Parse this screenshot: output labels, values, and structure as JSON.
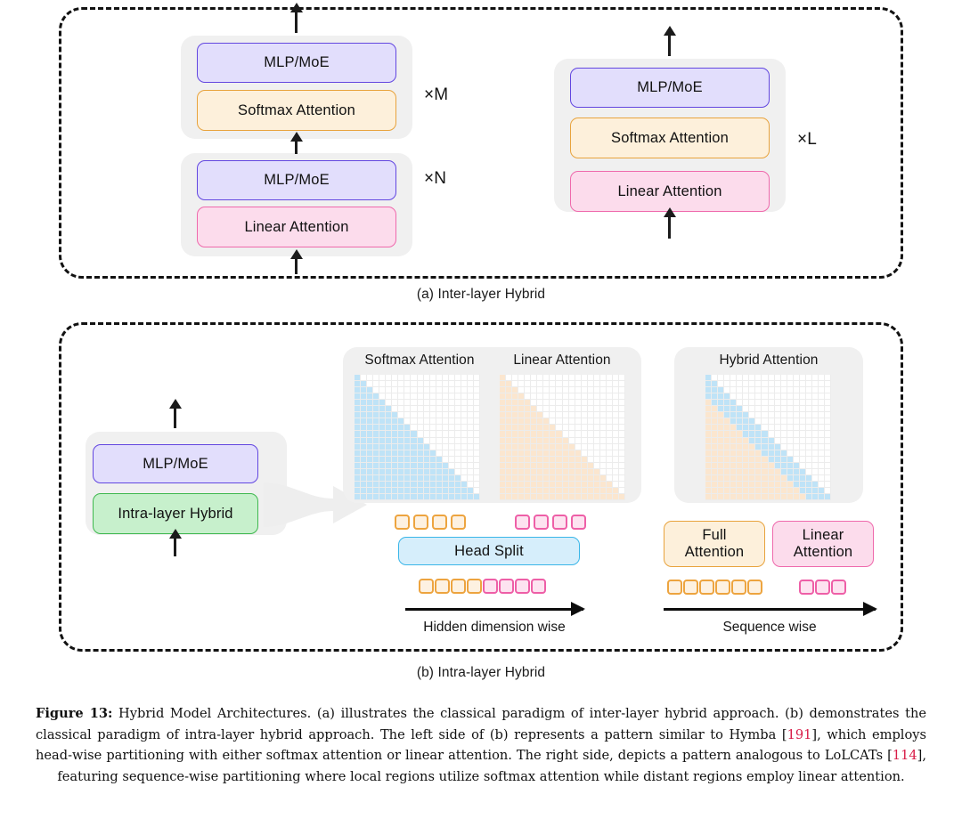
{
  "figure": {
    "label": "Figure 13:",
    "title": "Hybrid Model Architectures.",
    "body_1": " (a) illustrates the classical paradigm of inter-layer hybrid approach. (b) demonstrates the classical paradigm of intra-layer hybrid approach. The left side of (b) represents a pattern similar to Hymba [",
    "cite_1": "191",
    "body_2": "], which employs head-wise partitioning with either softmax attention or linear attention. The right side, depicts a pattern analogous to LoLCATs [",
    "cite_2": "114",
    "body_3": "], featuring sequence-wise partitioning where local regions utilize softmax attention while distant regions employ linear attention."
  },
  "panel_a": {
    "caption": "(a) Inter-layer Hybrid",
    "left_stack_top": {
      "mlp": "MLP/MoE",
      "attention": "Softmax Attention",
      "multiplier": "×M"
    },
    "left_stack_bottom": {
      "mlp": "MLP/MoE",
      "attention": "Linear Attention",
      "multiplier": "×N"
    },
    "right_stack": {
      "mlp": "MLP/MoE",
      "softmax": "Softmax Attention",
      "linear": "Linear Attention",
      "multiplier": "×L"
    }
  },
  "panel_b": {
    "caption": "(b) Intra-layer Hybrid",
    "block": {
      "mlp": "MLP/MoE",
      "hybrid": "Intra-layer Hybrid"
    },
    "left_side": {
      "matrix_titles": [
        "Softmax Attention",
        "Linear Attention"
      ],
      "head_split_label": "Head Split",
      "top_orange_heads": 4,
      "top_pink_heads": 4,
      "bottom_orange_heads": 4,
      "bottom_pink_heads": 4,
      "axis_label": "Hidden dimension wise"
    },
    "right_side": {
      "matrix_title": "Hybrid Attention",
      "full_attention_label": "Full\nAttention",
      "full_attention_line1": "Full",
      "full_attention_line2": "Attention",
      "linear_attention_line1": "Linear",
      "linear_attention_line2": "Attention",
      "orange_tokens": 6,
      "pink_tokens": 3,
      "axis_label": "Sequence wise"
    }
  },
  "colors": {
    "mlp_fill": "#e2defc",
    "mlp_border": "#6246e0",
    "softmax_fill": "#fdf0db",
    "softmax_border": "#e8a33d",
    "linear_fill": "#fcdcec",
    "linear_border": "#ef69ac",
    "intra_fill": "#c7f0cc",
    "intra_border": "#3fb84f",
    "headsplit_fill": "#d6eefb",
    "headsplit_border": "#3ab6e8",
    "matrix_blue": "#bfe3f7",
    "matrix_orange": "#fbe6cf",
    "group_grey": "#f0f0f0",
    "citation": "#d81b47"
  },
  "chart_data": {
    "type": "heatmap",
    "title": "Attention mask patterns",
    "matrices": [
      {
        "name": "Softmax Attention",
        "size": 20,
        "pattern": "causal-lower-triangular",
        "fill_color": "#bfe3f7"
      },
      {
        "name": "Linear Attention",
        "size": 20,
        "pattern": "causal-lower-triangular",
        "fill_color": "#fbe6cf"
      },
      {
        "name": "Hybrid Attention",
        "size": 20,
        "pattern": "diagonal-band-local-softmax-over-linear",
        "band_width": 4,
        "band_color": "#bfe3f7",
        "distant_color": "#fbe6cf"
      }
    ]
  }
}
